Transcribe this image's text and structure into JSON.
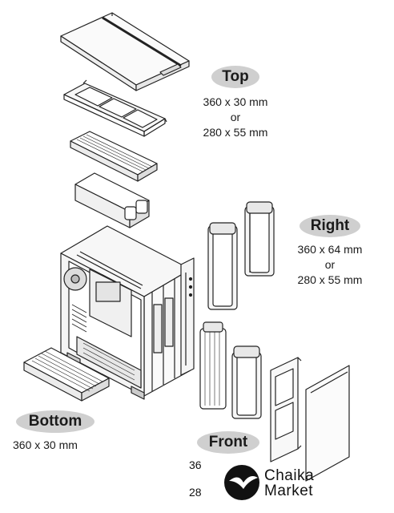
{
  "labels": {
    "top": {
      "title": "Top",
      "lines": [
        "360 x 30 mm",
        "or",
        "280 x 55 mm"
      ]
    },
    "right": {
      "title": "Right",
      "lines": [
        "360 x 64 mm",
        "or",
        "280 x 55 mm"
      ]
    },
    "bottom": {
      "title": "Bottom",
      "lines": [
        "360 x 30 mm"
      ]
    },
    "front": {
      "title": "Front",
      "numbers": [
        "36",
        "28"
      ]
    }
  },
  "watermark": {
    "line1": "Chaika",
    "line2": "Market"
  },
  "colors": {
    "pill": "#cfcfcf",
    "line": "#222222"
  }
}
